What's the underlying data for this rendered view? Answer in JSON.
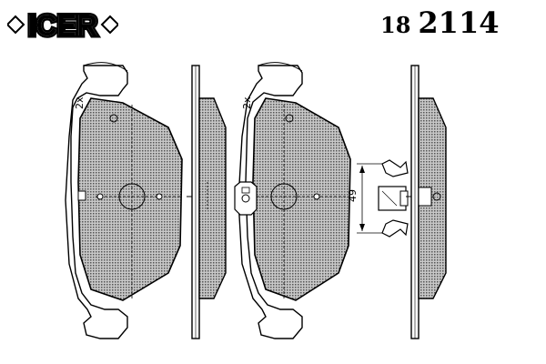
{
  "brand": {
    "logo_text": "ICER"
  },
  "product": {
    "series": "18",
    "number": "2114"
  },
  "drawing": {
    "pad_left_quantity": "2x",
    "pad_right_quantity": "2x",
    "sensor_dimension": "49"
  },
  "colors": {
    "ink": "#000000",
    "friction_fill": "#9a9a9a",
    "background": "#ffffff"
  }
}
